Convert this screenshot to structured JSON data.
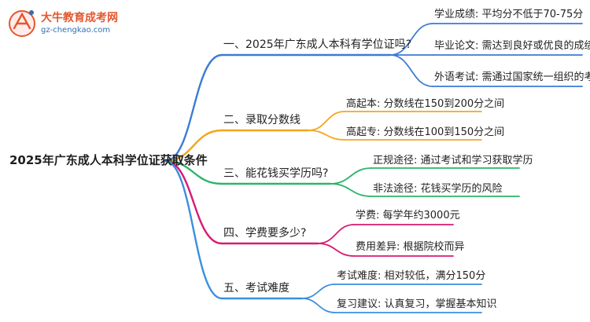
{
  "brand": {
    "title": "大牛教育成考网",
    "url": "gz-chengkao.com",
    "accent": "#e4572e",
    "secondary": "#2f6fb5"
  },
  "root": "2025年广东成人本科学位证获取条件",
  "branches": [
    {
      "label": "一、2025年广东成人本科有学位证吗?",
      "color": "#3a7bd5",
      "children": [
        "学业成绩: 平均分不低于70-75分",
        "毕业论文: 需达到良好或优良的成绩",
        "外语考试: 需通过国家统一组织的考试"
      ]
    },
    {
      "label": "二、录取分数线",
      "color": "#f2a71b",
      "children": [
        "高起本: 分数线在150到200分之间",
        "高起专: 分数线在100到150分之间"
      ]
    },
    {
      "label": "三、能花钱买学历吗?",
      "color": "#2cb56a",
      "children": [
        "正规途径: 通过考试和学习获取学历",
        "非法途径: 花钱买学历的风险"
      ]
    },
    {
      "label": "四、学费要多少?",
      "color": "#d81b72",
      "children": [
        "学费: 每学年约3000元",
        "费用差异: 根据院校而异"
      ]
    },
    {
      "label": "五、考试难度",
      "color": "#3a8fe0",
      "children": [
        "考试难度: 相对较低，满分150分",
        "复习建议: 认真复习，掌握基本知识"
      ]
    }
  ]
}
